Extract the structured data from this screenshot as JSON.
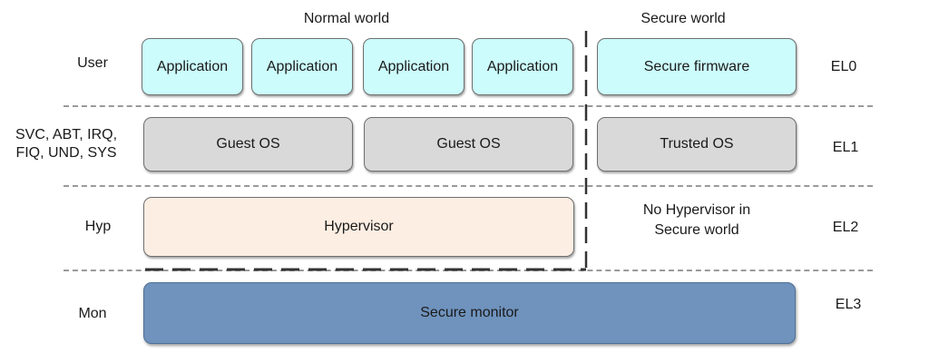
{
  "columns": {
    "normal_world": "Normal world",
    "secure_world": "Secure world"
  },
  "modes": {
    "user": "User",
    "svc": "SVC, ABT, IRQ,\nFIQ, UND, SYS",
    "hyp": "Hyp",
    "mon": "Mon"
  },
  "levels": {
    "el0": "EL0",
    "el1": "EL1",
    "el2": "EL2",
    "el3": "EL3"
  },
  "normal_world": {
    "applications": [
      "Application",
      "Application",
      "Application",
      "Application"
    ],
    "guest_os": [
      "Guest OS",
      "Guest OS"
    ],
    "hypervisor": "Hypervisor"
  },
  "secure_world": {
    "firmware": "Secure firmware",
    "trusted_os": "Trusted OS",
    "no_hypervisor": "No Hypervisor in\nSecure world"
  },
  "monitor": "Secure monitor",
  "colors": {
    "application": "#ccfcfc",
    "guest_os": "#d9d9d9",
    "hypervisor": "#fdeee3",
    "secure_monitor": "#6f93bd"
  }
}
